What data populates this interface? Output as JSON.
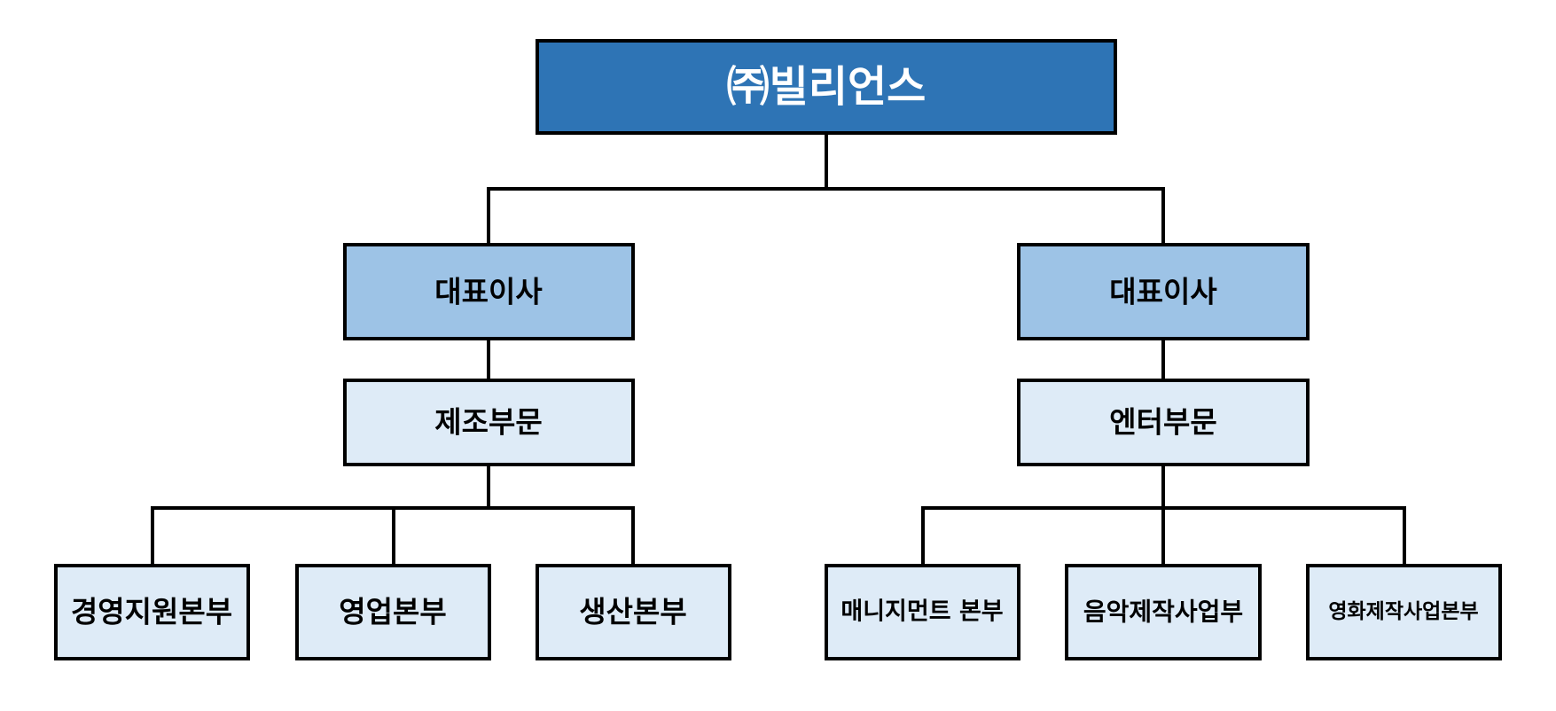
{
  "root": {
    "label": "㈜빌리언스",
    "color": "#2E74B5"
  },
  "ceo_color": "#9DC3E6",
  "division_color": "#DEEBF7",
  "branches": [
    {
      "ceo_label": "대표이사",
      "division_label": "제조부문",
      "units": [
        "경영지원본부",
        "영업본부",
        "생산본부"
      ]
    },
    {
      "ceo_label": "대표이사",
      "division_label": "엔터부문",
      "units": [
        "매니지먼트 본부",
        "음악제작사업부",
        "영화제작사업본부"
      ]
    }
  ]
}
